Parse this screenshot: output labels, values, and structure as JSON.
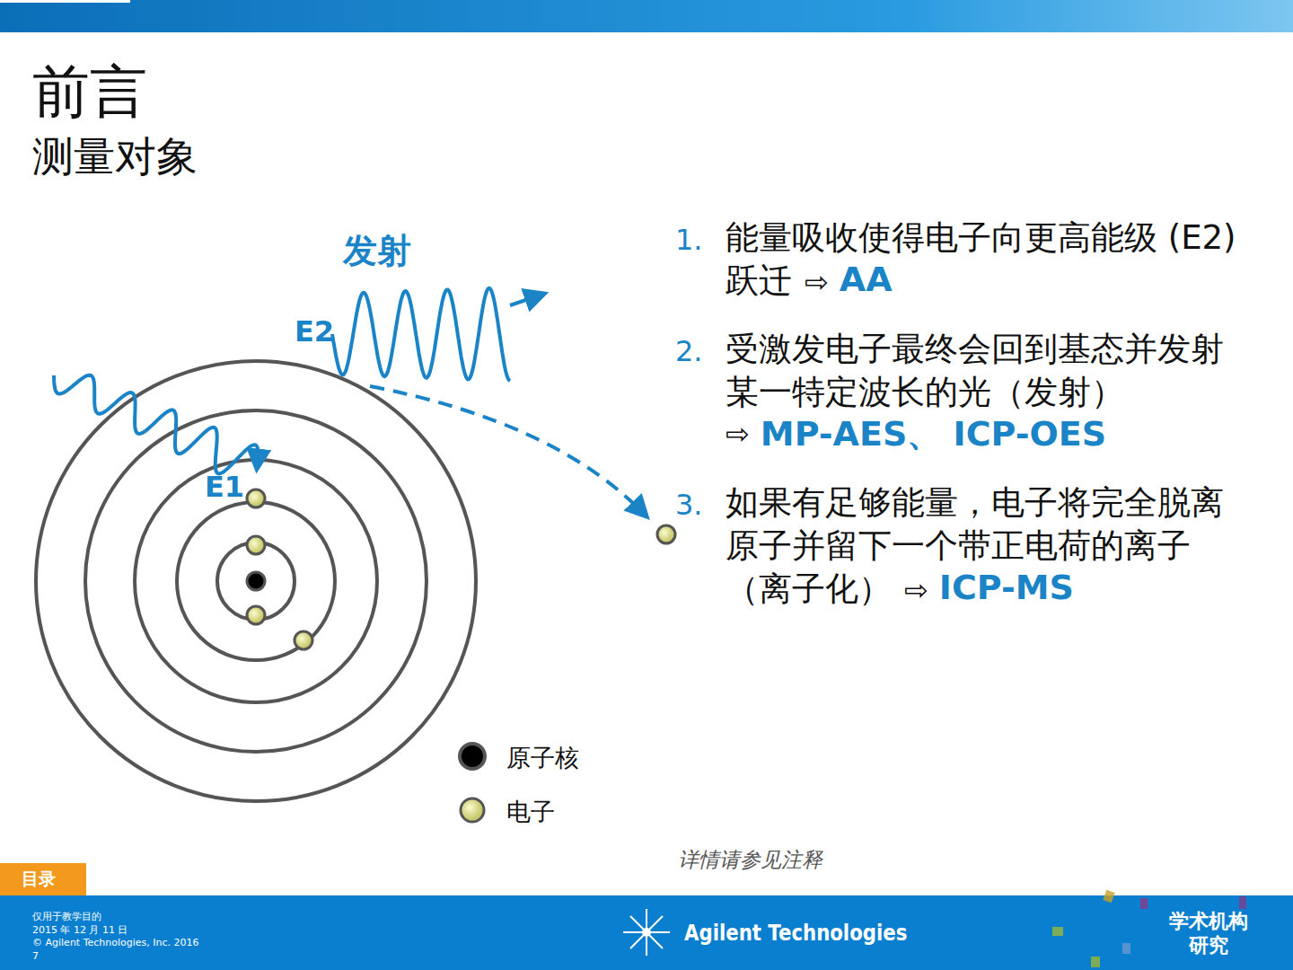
{
  "diagram": {
    "title": "前言",
    "nodes": [
      {
        "text": [
          "目录"
        ]
      }
    ],
    "labels": [
      "测量对象",
      "发射",
      "E2",
      "E1",
      "1.",
      "能量吸收使得电子向更高能级 (E2) 跃迁",
      "⇨",
      "AA",
      "2.",
      "受激发电子最终会回到基态并发射某一特定波长的光（发射）",
      "⇨",
      "MP-AES、 ICP-OES",
      "3.",
      "如果有足够能量，电子将完全脱离原子并留下一个带正电荷的离子（离子化）",
      "⇨",
      "ICP-MS",
      "详情请参见注释",
      "仅用于教学目的",
      "2015 年 12 月 11 日",
      "© Agilent Technologies, Inc. 2016",
      "7",
      "Agilent Technologies",
      "学术机构 研究"
    ],
    "legend": [
      {
        "text": "原子核"
      },
      {
        "text": "电子"
      }
    ]
  }
}
